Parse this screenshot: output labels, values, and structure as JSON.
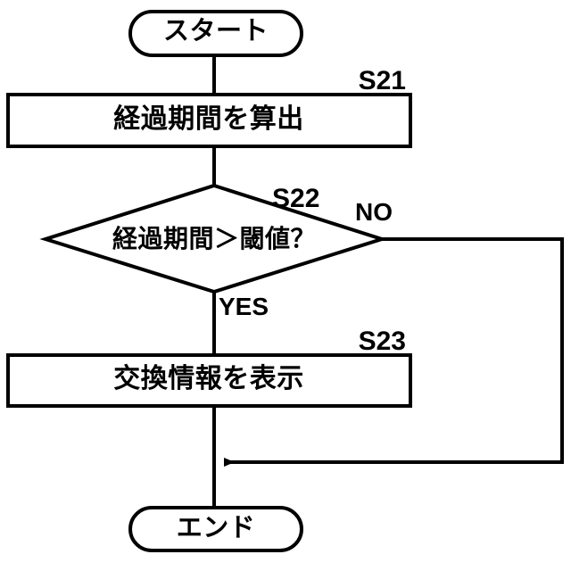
{
  "diagram": {
    "type": "flowchart",
    "orientation": "top-to-bottom",
    "language": "ja",
    "nodes": [
      {
        "id": "start",
        "shape": "terminator",
        "label": "スタート",
        "step_id": ""
      },
      {
        "id": "s21",
        "shape": "process",
        "label": "経過期間を算出",
        "step_id": "S21"
      },
      {
        "id": "s22",
        "shape": "decision",
        "label": "経過期間＞閾値？",
        "step_id": "S22"
      },
      {
        "id": "s23",
        "shape": "process",
        "label": "交換情報を表示",
        "step_id": "S23"
      },
      {
        "id": "end",
        "shape": "terminator",
        "label": "エンド",
        "step_id": ""
      }
    ],
    "branch_labels": {
      "yes": "YES",
      "no": "NO"
    },
    "colors": {
      "stroke": "#000000",
      "fill": "#ffffff",
      "text": "#000000"
    }
  }
}
